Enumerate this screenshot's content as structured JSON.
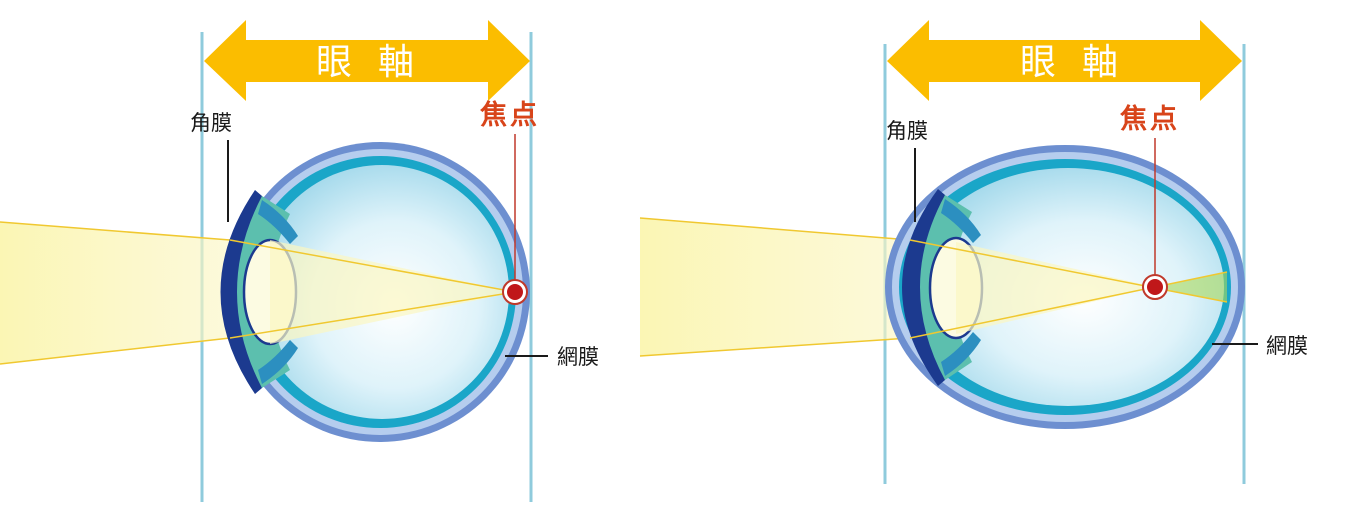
{
  "labels": {
    "axial_length": "眼軸",
    "focus": "焦点",
    "cornea": "角膜",
    "retina": "網膜"
  },
  "colors": {
    "arrow": "#fbbd00",
    "guide_line": "#8fcbdc",
    "focus_red": "#d8441a",
    "cornea_dark": "#1c3a8f",
    "eye_outer": "#6d8fd0",
    "eye_wall": "#1aa6c8",
    "light_beam": "#f6f3b2"
  }
}
